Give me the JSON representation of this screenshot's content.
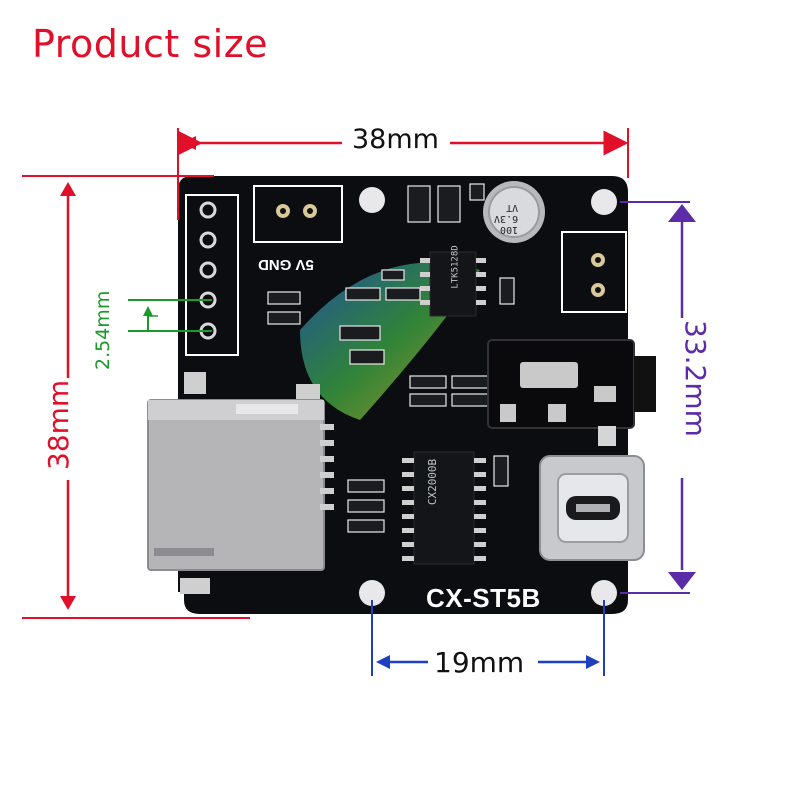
{
  "title": "Product size",
  "dimensions": {
    "top_width": "38mm",
    "left_height": "38mm",
    "right_hole_spacing": "33.2mm",
    "bottom_hole_spacing": "19mm",
    "pin_pitch": "2.54mm"
  },
  "board": {
    "model": "CX-ST5B",
    "power_label": "5V GND",
    "capacitor_text": [
      "100",
      "6.3V",
      "VT"
    ],
    "ic1_text": "LTK5128D",
    "ic2_text": "CX2000B"
  },
  "colors": {
    "red": "#e0102a",
    "purple": "#5b2ba8",
    "blue": "#1f3fbf",
    "green": "#1a9a2a",
    "pcb": "#0c0d10"
  }
}
